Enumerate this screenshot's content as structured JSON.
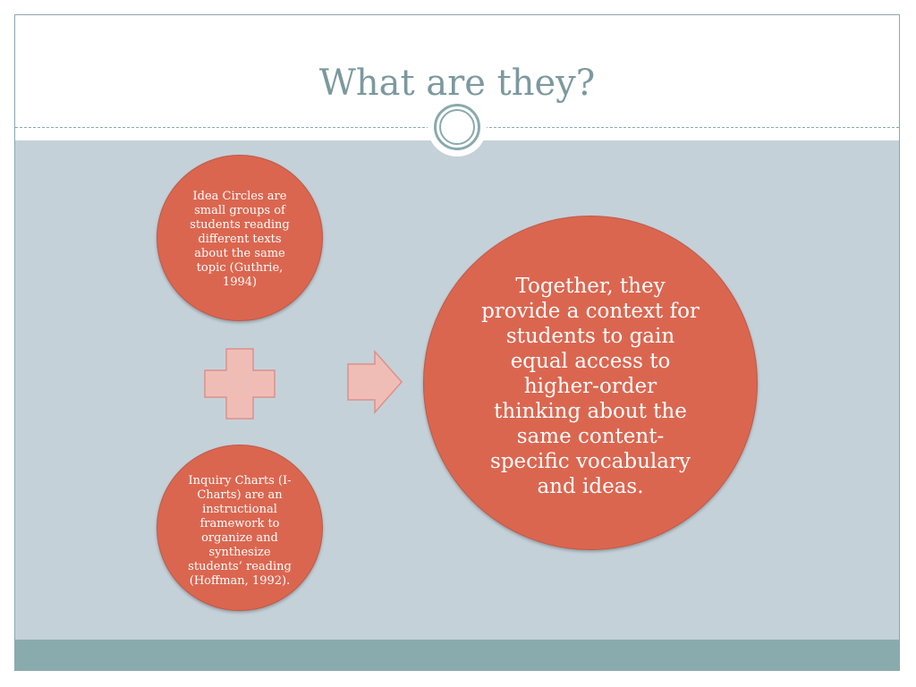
{
  "slide": {
    "title": "What are they?"
  },
  "diagram": {
    "idea_circles_text": "Idea Circles are small groups of students reading different texts about the same topic (Guthrie, 1994)",
    "inquiry_charts_text": "Inquiry Charts (I-Charts) are an instructional framework to organize and synthesize students’ reading (Hoffman, 1992).",
    "together_text": "Together, they provide a context for students to gain equal access to higher-order thinking about the same content-specific vocabulary and ideas.",
    "operator_icon": "plus-icon",
    "result_icon": "arrow-right-icon"
  },
  "colors": {
    "title": "#7c999e",
    "content_background": "#c5d1d9",
    "footer_band": "#8aabad",
    "circle_fill": "#db6650",
    "shape_fill": "#f0bdb6",
    "accent_line": "#8aa9ad"
  }
}
